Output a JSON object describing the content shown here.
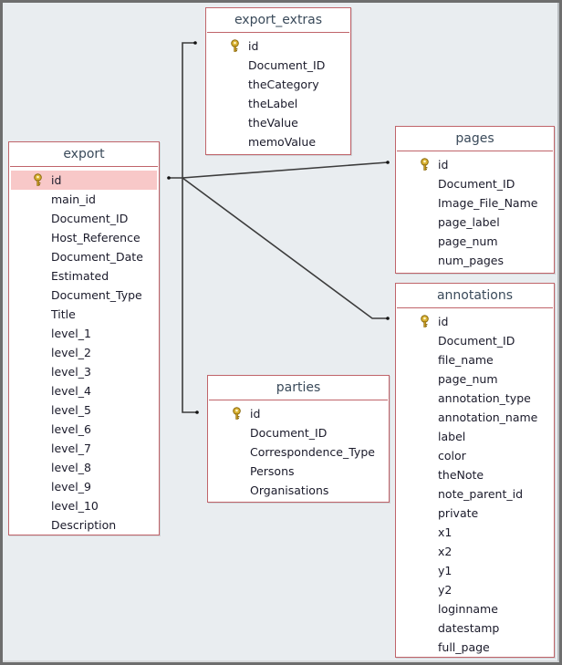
{
  "tables": {
    "export": {
      "title": "export",
      "fields": [
        "id",
        "main_id",
        "Document_ID",
        "Host_Reference",
        "Document_Date",
        "Estimated",
        "Document_Type",
        "Title",
        "level_1",
        "level_2",
        "level_3",
        "level_4",
        "level_5",
        "level_6",
        "level_7",
        "level_8",
        "level_9",
        "level_10",
        "Description"
      ],
      "primary_key": "id",
      "selected_field": "id"
    },
    "export_extras": {
      "title": "export_extras",
      "fields": [
        "id",
        "Document_ID",
        "theCategory",
        "theLabel",
        "theValue",
        "memoValue"
      ],
      "primary_key": "id"
    },
    "pages": {
      "title": "pages",
      "fields": [
        "id",
        "Document_ID",
        "Image_File_Name",
        "page_label",
        "page_num",
        "num_pages"
      ],
      "primary_key": "id"
    },
    "annotations": {
      "title": "annotations",
      "fields": [
        "id",
        "Document_ID",
        "file_name",
        "page_num",
        "annotation_type",
        "annotation_name",
        "label",
        "color",
        "theNote",
        "note_parent_id",
        "private",
        "x1",
        "x2",
        "y1",
        "y2",
        "loginname",
        "datestamp",
        "full_page"
      ],
      "primary_key": "id"
    },
    "parties": {
      "title": "parties",
      "fields": [
        "id",
        "Document_ID",
        "Correspondence_Type",
        "Persons",
        "Organisations"
      ],
      "primary_key": "id"
    }
  },
  "relationships": [
    {
      "from": "export.id",
      "to": "export_extras.id"
    },
    {
      "from": "export.id",
      "to": "pages.id"
    },
    {
      "from": "export.id",
      "to": "annotations.id"
    },
    {
      "from": "export.id",
      "to": "parties.id"
    }
  ],
  "colors": {
    "table_border": "#c0646a",
    "selected_row": "#f8c8c8",
    "canvas": "#e9edf0",
    "line": "#3c3c3c",
    "key_icon": "#c8a020"
  },
  "icons": {
    "primary_key": "key-icon"
  }
}
